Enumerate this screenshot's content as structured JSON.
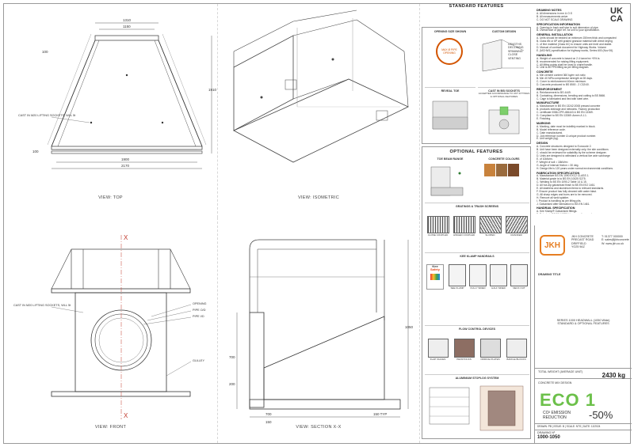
{
  "branding": {
    "ukca_line1": "UK",
    "ukca_line2": "CA",
    "jkh": "JKH",
    "eco_text": "ECO 1",
    "eco_emission_label": "CO² EMISSION",
    "eco_reduction_label": "REDUCTION",
    "eco_percent": "-50%"
  },
  "views": {
    "top": {
      "caption": "VIEW: TOP",
      "dims": {
        "width_top": "1310",
        "width_inner": "1150",
        "height": "1910",
        "offset": "100",
        "bottom_offset": "100",
        "base_inner": "1900",
        "base_outer": "2170"
      },
      "lift_label": "CAST IN M20 LIFTING SOCKETS, WLL 5t"
    },
    "isometric": {
      "caption": "VIEW: ISOMETRIC"
    },
    "front": {
      "caption": "VIEW: FRONT",
      "section_marker": "X",
      "labels": [
        "CAST IN M20 LIFTING SOCKETS, WLL 5t",
        "OPENING",
        "PIPE O/D",
        "PIPE I/D",
        "GULLEY"
      ]
    },
    "section": {
      "caption": "VIEW: SECTION X-X",
      "dims": {
        "height_total": "1050",
        "left_a": "700",
        "left_b": "200",
        "bottom_a": "700",
        "bottom_b": "150",
        "right": "150 TYP"
      }
    }
  },
  "standard_features": {
    "title": "STANDARD FEATURES",
    "opening_size": {
      "heading": "OPENING SIZE SHOWN",
      "circle_label": "MAX Ø PIPE OPENING"
    },
    "custom_design": {
      "heading": "CUSTOM DESIGN",
      "items": [
        "LENGTHS",
        "DECLINING",
        "SPANNING",
        "CLOSE VENTING"
      ]
    },
    "reveal_toe": {
      "heading": "REVEAL TOE"
    },
    "cast_sockets": {
      "heading": "CAST IN BSI SOCKETS",
      "text": "ACCEPTED ACCORDANCE TO UKT FITTINGS & OPTIONAL FEATURES"
    }
  },
  "optional_features": {
    "title": "OPTIONAL FEATURES",
    "toe_beam": {
      "heading": "TOE BEAM RANGE"
    },
    "concrete_colours": {
      "heading": "CONCRETE COLOURS"
    },
    "gratings": {
      "title": "GRATINGS & TRASH SCREENS",
      "items": [
        "CLOSE COUPLED",
        "HINGED COUPLED",
        "SLOPED",
        "CRANKED"
      ]
    },
    "handrails": {
      "title": "KEE KLAMP HANDRAILS",
      "badge_top": "Kee",
      "badge_bottom": "Safety",
      "items": [
        "SEE KLAMP",
        "FULLY SIDED",
        "HALF SIDED",
        "NECK OUT"
      ]
    },
    "flow_control": {
      "title": "FLOW CONTROL DEVICES",
      "items": [
        "FLAP VALVES",
        "PENSTOCKS",
        "ORIFICE PLATES",
        "BAFFLE BLOCKS"
      ]
    },
    "stoplog": {
      "title": "ALUMINIUM STOPLOG SYSTEM"
    }
  },
  "notes": {
    "sections": [
      {
        "title": "DRAWING NOTES",
        "lines": [
          "All dimensions in mm U.O.S",
          "All measurements arrive",
          "DO NOT SCALE DRAWING"
        ]
      },
      {
        "title": "SPECIFICATION INFORMATION",
        "lines": [
          "Opening in back wall size to suit dimension of pipe.",
          "Overall size of pipe ref. for unit to your specification."
        ]
      },
      {
        "title": "GENERAL INSTALLATION",
        "lines": [
          "Units should be bedded on minimum 150mm thick and compacted",
          "Class 6N or 6P well graded granular material with direct keying",
          "of fine material (Class 6C) to ensure units are level and stable.",
          "Manual of contract document for Highway Works. Volume",
          "(MCHW1) specification for highway works, Series 600 (Nov 06)."
        ]
      },
      {
        "title": "HANDLING",
        "lines": [
          "Weight of concrete is based on 2.4 tonne/m³ +5% is",
          "recommended for raising lifting equipment.",
          "All lifting points shall be used to crane/handle.",
          "Unit is ok PPE/lifting as per lifting diagram."
        ]
      },
      {
        "title": "CONCRETE",
        "lines": [
          "Min cement content 360 kg/m³ w/c ratio",
          "Min 40 MPa compressive strength at 28 days.",
          "Cover to reinforcement 40mm minimum.",
          "Concrete produced to BS 8500 - 2 C32/40."
        ]
      },
      {
        "title": "REINFORCEMENT",
        "lines": [
          "Reinforcement to BS 4449.",
          "Containing, dimensions, bending and cutting to BS 8666.",
          "Cage is fabricated and tied with steel wire."
        ]
      },
      {
        "title": "MANUFACTURE",
        "lines": [
          "Manufacture in BS EN 13242:2008 precast concrete",
          "products drainage and networks. Factory production",
          "certificate 0086-CPR-456443 & BS EN 13369.",
          "Compliant to BS EN 13369: Annex A 1.1.",
          "Finishing."
        ]
      },
      {
        "title": "MARKING",
        "lines": [
          "Marking, date must be indelibly marked in block.",
          "Model reference code.",
          "Date manufactured.",
          "Job reference number & unique product number.",
          "Unit weight (kg)."
        ]
      },
      {
        "title": "DESIGN",
        "lines": [
          "Concrete structures designed to Eurocode 2.",
          "Unit have been designed externally only; the site conditions",
          "should be reviewed for suitability by the scheme designer.",
          "Units are designed to withstand a vertical live axle surcharge",
          "of 10kN/m².",
          "Weight of soil = 18kN/m³.",
          "Angle of internal friction = 30 deg.",
          "Design life is 120 years under normal environmental conditions."
        ]
      },
      {
        "title": "FABRICATION SPECIFICATION",
        "lines": [
          "Manufacture BS EN 1090 EXC2 CLASS 1.",
          "Material grade is to BS EN 10025 S275.",
          "Welding to BS EN 1090-2 Table 14 & 15.",
          "All hot-dip galvanised finish to BS EN ISO 1461.",
          "All stainless and aluminium items to relevant standards.",
          "Ensure product has fully cleaned with water blast.",
          "All sharp edges and burrs are to be removed.",
          "Remove all weld splatter.",
          "Product is handling as per lifting pits.",
          "Galvanised after fabrication to BS EN 1461."
        ]
      },
      {
        "title": "HANDRAIL SPECIFICATION",
        "lines": [
          "Kee Klamp® Galvanised fittings.",
          "Tube is to BS EN 10255 Heavy medium grade.",
          "Handrails within 2.6m to 900mm high.",
          "Toe boards where required.",
          "Other design loads available on request.",
          "DEFRA/EA handrails are available."
        ]
      }
    ]
  },
  "title_block": {
    "address_lines": [
      "JKH CONCRETE",
      "PRECAST ROAD",
      "DRIFFIELD",
      "YO25 9AZ"
    ],
    "contact_lines": [
      "T: 01377 000000",
      "E: sales@jkhconcrete",
      "W: www.jkh.co.uk"
    ],
    "drawing_title_label": "DRAWING TITLE",
    "drawing_title_lines": [
      "SERIES 1000 HEADWALL (1050 Wide)",
      "STANDARD & OPTIONAL FEATURES"
    ],
    "weight_label": "TOTAL WEIGHT (AVERAGE UNIT)",
    "weight_value": "2430 kg",
    "concrete_mix_label": "CONCRETE MIX DESIGN",
    "drawn_row": "DRAWN: PB | ISSUE: B | SCALE: NTS | DATE: 12/2024",
    "drawing_no_label": "DRAWING Nº",
    "drawing_no": "1000-1050"
  }
}
